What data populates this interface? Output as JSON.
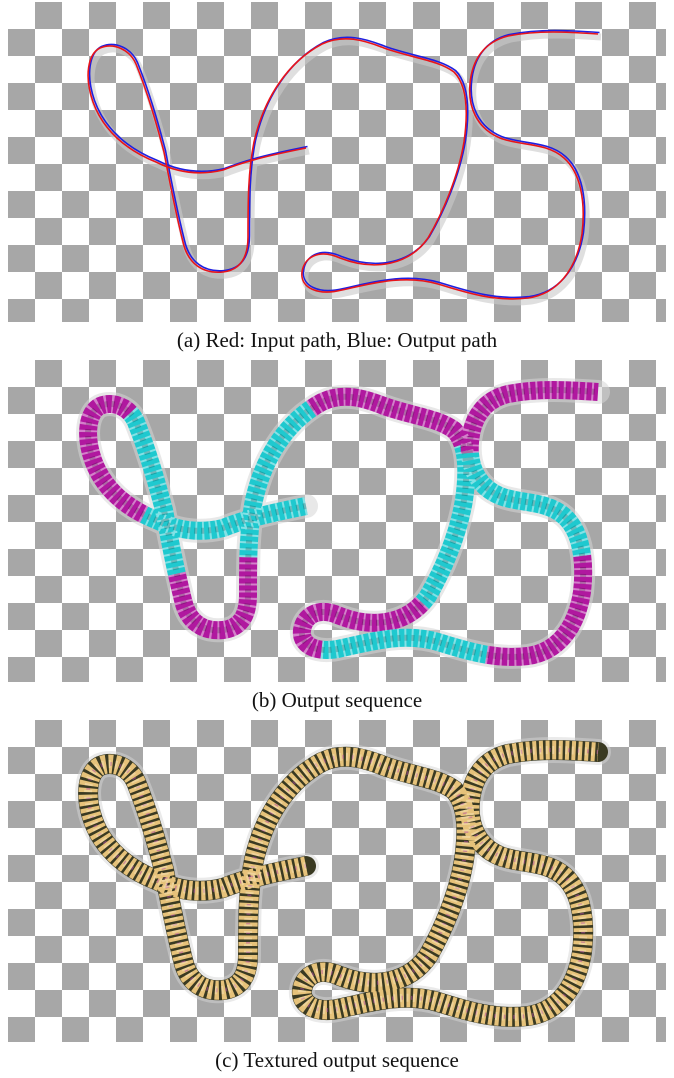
{
  "figure": {
    "panels": [
      {
        "id": "a",
        "caption": "(a) Red: Input path, Blue: Output path",
        "style": "lines",
        "colors": {
          "input": "#e8141a",
          "output": "#1f1fe0",
          "shadow": "#c9c9c9"
        }
      },
      {
        "id": "b",
        "caption": "(b) Output sequence",
        "style": "segments",
        "colors": {
          "segment_a": "#1fc9cf",
          "segment_b": "#b0189f"
        }
      },
      {
        "id": "c",
        "caption": "(c) Textured output sequence",
        "style": "textured",
        "colors": {
          "helix": "#e6c27a",
          "core": "#3a3a22",
          "accent": "#b34aa8"
        }
      }
    ]
  }
}
